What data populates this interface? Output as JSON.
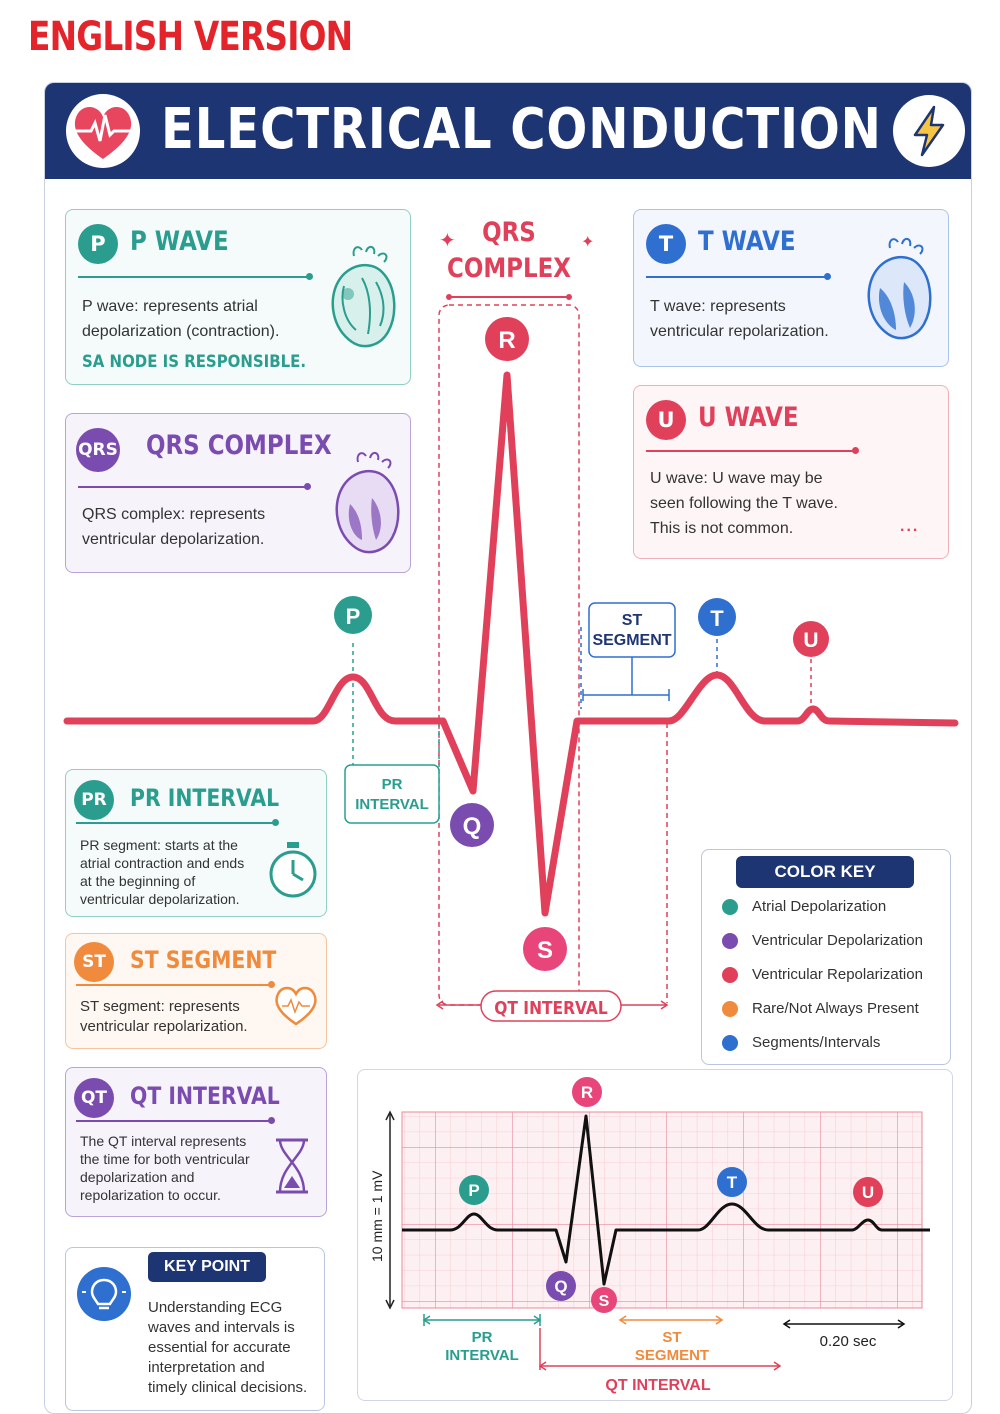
{
  "label": "ENGLISH VERSION",
  "title": "ELECTRICAL CONDUCTION",
  "colors": {
    "navy": "#1e3574",
    "teal": "#2a9d8f",
    "purple": "#7a4cb0",
    "red": "#e0405a",
    "orange": "#f08a3c",
    "blue": "#2e6fd0"
  },
  "cards": {
    "p_wave": {
      "badge": "P",
      "title": "P WAVE",
      "text1": "P wave: represents atrial",
      "text2": "depolarization (contraction).",
      "note": "SA NODE IS RESPONSIBLE."
    },
    "qrs": {
      "badge": "QRS",
      "title": "QRS COMPLEX",
      "text1": "QRS complex: represents",
      "text2": "ventricular depolarization."
    },
    "t_wave": {
      "badge": "T",
      "title": "T WAVE",
      "text1": "T wave: represents",
      "text2": "ventricular repolarization."
    },
    "u_wave": {
      "badge": "U",
      "title": "U WAVE",
      "text1": "U wave: U wave may be",
      "text2": "seen following the T wave.",
      "text3": "This is not common.",
      "dots": "..."
    },
    "pr": {
      "badge": "PR",
      "title": "PR INTERVAL",
      "text1": "PR segment: starts at the",
      "text2": "atrial contraction and ends",
      "text3": "at the beginning of",
      "text4": "ventricular depolarization."
    },
    "st": {
      "badge": "ST",
      "title": "ST SEGMENT",
      "text1": "ST segment: represents",
      "text2": "ventricular repolarization."
    },
    "qt": {
      "badge": "QT",
      "title": "QT INTERVAL",
      "text1": "The QT interval represents",
      "text2": "the time for both ventricular",
      "text3": "depolarization and",
      "text4": "repolarization to occur."
    }
  },
  "main_ecg": {
    "qrs_label_1": "QRS",
    "qrs_label_2": "COMPLEX",
    "st_label_1": "ST",
    "st_label_2": "SEGMENT",
    "pr_label_1": "PR",
    "pr_label_2": "INTERVAL",
    "qt_label": "QT INTERVAL",
    "markers": {
      "p": "P",
      "q": "Q",
      "r": "R",
      "s": "S",
      "t": "T",
      "u": "U"
    }
  },
  "color_key": {
    "title": "COLOR KEY",
    "items": [
      {
        "label": "Atrial Depolarization",
        "color": "#2a9d8f"
      },
      {
        "label": "Ventricular Depolarization",
        "color": "#7a4cb0"
      },
      {
        "label": "Ventricular Repolarization",
        "color": "#e0405a"
      },
      {
        "label": "Rare/Not Always Present",
        "color": "#f08a3c"
      },
      {
        "label": "Segments/Intervals",
        "color": "#2e6fd0"
      }
    ]
  },
  "key_point": {
    "title": "KEY POINT",
    "lines": [
      "Understanding ECG",
      "waves and intervals is",
      "essential for accurate",
      "interpretation and",
      "timely clinical decisions."
    ]
  },
  "grid_ecg": {
    "y_label": "10 mm = 1 mV",
    "time_label": "0.20 sec",
    "pr_1": "PR",
    "pr_2": "INTERVAL",
    "st_1": "ST",
    "st_2": "SEGMENT",
    "qt": "QT INTERVAL",
    "markers": {
      "p": "P",
      "q": "Q",
      "r": "R",
      "s": "S",
      "t": "T",
      "u": "U"
    }
  }
}
